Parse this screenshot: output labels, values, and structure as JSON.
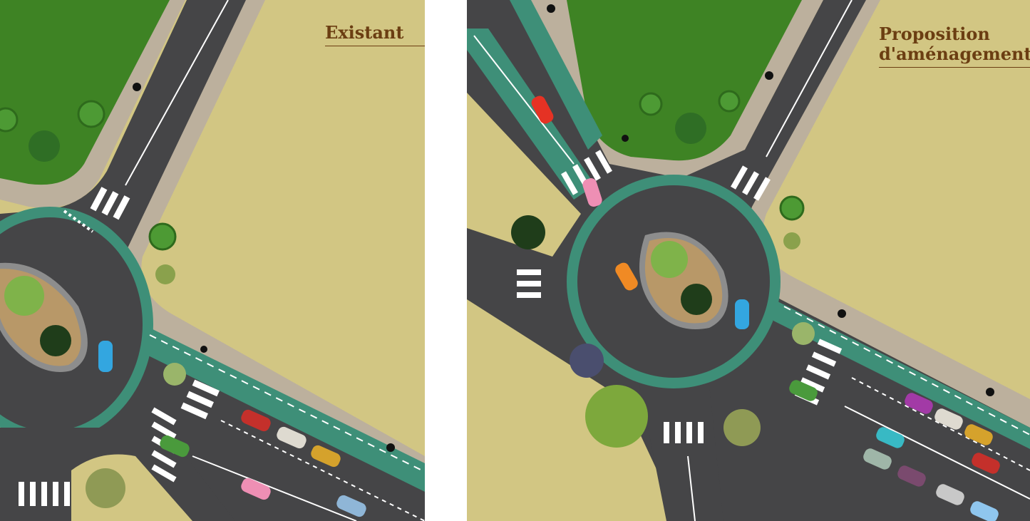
{
  "panels": {
    "left": {
      "title": "Existant"
    },
    "right": {
      "title_line1": "Proposition",
      "title_line2": "d'aménagement"
    }
  },
  "colors": {
    "sand": "#d2c683",
    "lawn": "#3e8324",
    "sidewalk": "#bcb09d",
    "asphalt": "#454547",
    "bike_lane": "#3e8f78",
    "island_soil": "#b89868",
    "title": "#6b3e12"
  }
}
